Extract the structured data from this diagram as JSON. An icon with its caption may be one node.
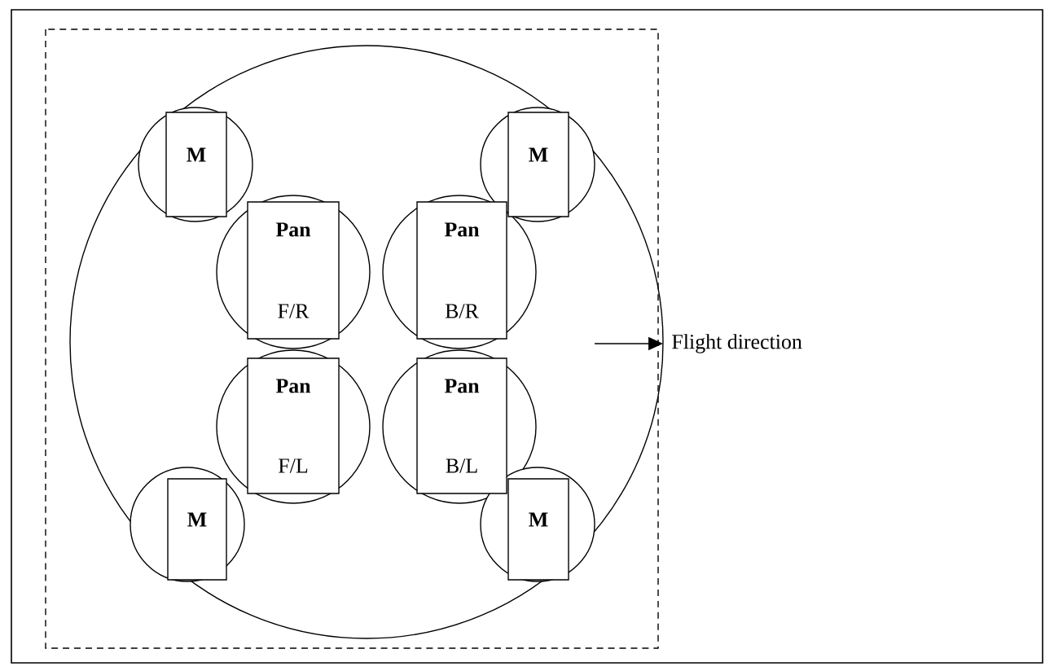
{
  "diagram": {
    "nodes": [
      {
        "text": [
          "M"
        ]
      },
      {
        "text": [
          "M"
        ]
      },
      {
        "text": [
          "Pan",
          "F/R"
        ]
      },
      {
        "text": [
          "Pan",
          "B/R"
        ]
      },
      {
        "text": [
          "Pan",
          "F/L"
        ]
      },
      {
        "text": [
          "Pan",
          "B/L"
        ]
      },
      {
        "text": [
          "M"
        ]
      },
      {
        "text": [
          "M"
        ]
      }
    ],
    "labels": [
      "Flight direction"
    ]
  }
}
